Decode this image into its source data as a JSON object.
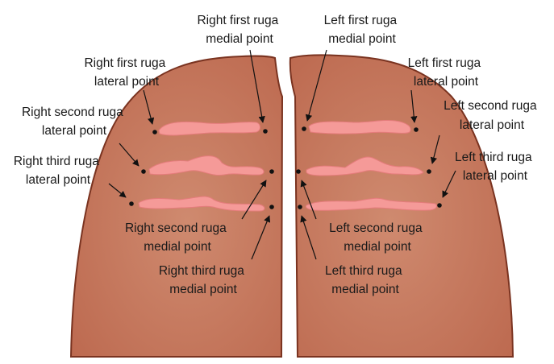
{
  "colors": {
    "palate_base": "#bd6a50",
    "palate_center": "#cf8a6f",
    "palate_outline": "#7a3320",
    "ruga_fill": "#f59a98",
    "ruga_edge": "#e57c7c",
    "point": "#111111",
    "arrow": "#111111"
  },
  "labels": {
    "right_first_medial": [
      "Right first ruga",
      "medial point"
    ],
    "left_first_medial": [
      "Left first ruga",
      "medial point"
    ],
    "right_first_lateral": [
      "Right first ruga",
      "lateral point"
    ],
    "left_first_lateral": [
      "Left first ruga",
      "lateral point"
    ],
    "right_second_lateral": [
      "Right second ruga",
      "lateral point"
    ],
    "left_second_lateral": [
      "Left second ruga",
      "lateral point"
    ],
    "right_third_lateral": [
      "Right third ruga",
      "lateral point"
    ],
    "left_third_lateral": [
      "Left third ruga",
      "lateral point"
    ],
    "right_second_medial": [
      "Right second ruga",
      "medial point"
    ],
    "left_second_medial": [
      "Left second ruga",
      "medial point"
    ],
    "right_third_medial": [
      "Right third ruga",
      "medial point"
    ],
    "left_third_medial": [
      "Left third ruga",
      "medial point"
    ]
  }
}
